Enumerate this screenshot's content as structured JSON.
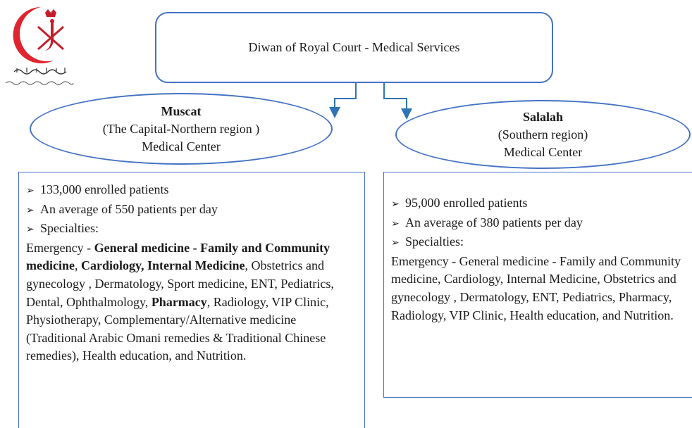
{
  "header": {
    "title": "Diwan of  Royal Court - Medical Services"
  },
  "logo": {
    "icon": "crescent-khanjar-emblem",
    "colors": {
      "crescent": "#e0242f",
      "emblem": "#c41e2a"
    }
  },
  "muscat": {
    "name": "Muscat",
    "region": "(The Capital-Northern region )",
    "center": "Medical Center",
    "bullets": [
      "133,000  enrolled patients",
      "An average of 550 patients per day",
      "Specialties:"
    ],
    "specialties": {
      "p01": "Emergency - ",
      "p02": "General medicine - Family and Community medicine",
      "p03": ", ",
      "p04": "Cardiology, Internal Medicine",
      "p05": ",  Obstetrics and gynecology  , Dermatology, Sport medicine, ENT, Pediatrics, Dental, Ophthalmology, ",
      "p06": "Pharmacy",
      "p07": ", Radiology, VIP Clinic, Physiotherapy, Complementary/Alternative medicine (Traditional Arabic Omani remedies & Traditional Chinese remedies), Health education, and Nutrition."
    }
  },
  "salalah": {
    "name": "Salalah",
    "region": "(Southern region)",
    "center": "Medical Center",
    "bullets": [
      "95,000  enrolled patients",
      "An average of 380 patients per day",
      "Specialties:"
    ],
    "specialties": "Emergency - General medicine - Family and Community medicine, Cardiology, Internal Medicine,  Obstetrics and gynecology , Dermatology, ENT, Pediatrics, Pharmacy, Radiology, VIP Clinic, Health education, and Nutrition."
  },
  "colors": {
    "border": "#4472c4",
    "connector": "#2e75b6"
  }
}
